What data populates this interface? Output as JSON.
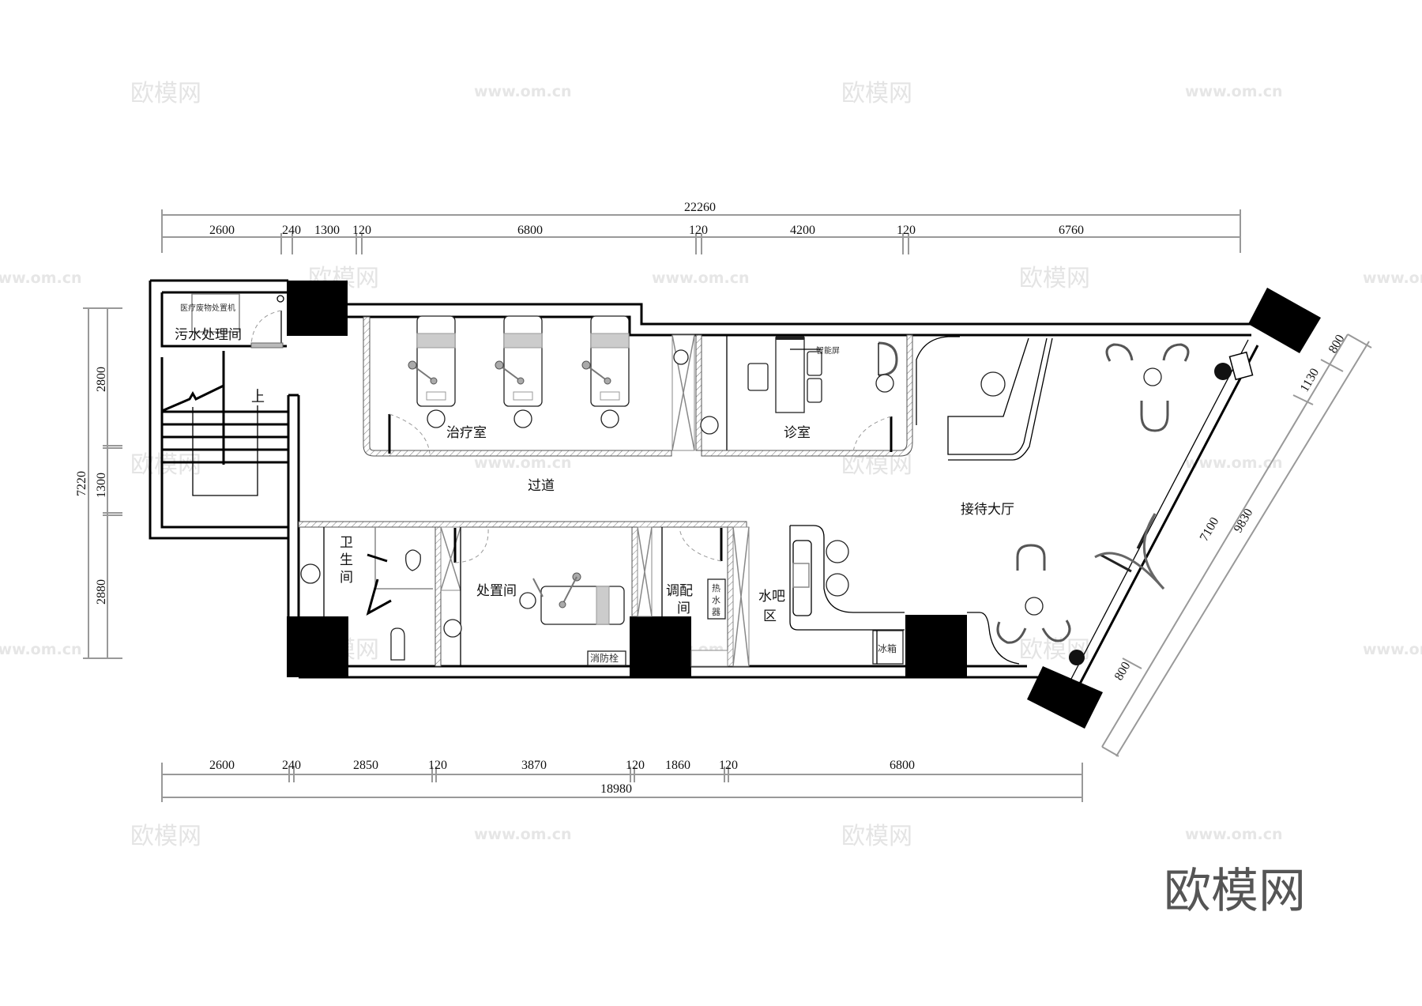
{
  "drawing": {
    "type": "floor plan",
    "dimensions": {
      "top_overall": "22260",
      "top_segments": [
        "2600",
        "240",
        "1300",
        "120",
        "6800",
        "120",
        "4200",
        "120",
        "6760"
      ],
      "bottom_overall": "18980",
      "bottom_segments": [
        "2600",
        "240",
        "2850",
        "120",
        "3870",
        "120",
        "1860",
        "120",
        "6800"
      ],
      "left_overall": "7220",
      "left_segments": [
        "2800",
        "1300",
        "2880"
      ],
      "right_overall": "9830",
      "right_segments": [
        "800",
        "1130",
        "7100",
        "800"
      ]
    },
    "rooms": {
      "sewage_room": "污水处理间",
      "medical_waste_machine": "医疗废物处置机",
      "stairs_up": "上",
      "treatment_room": "治疗室",
      "consult_room": "诊室",
      "smart_screen": "智能屏",
      "corridor": "过道",
      "reception_hall": "接待大厅",
      "restroom": [
        "卫",
        "生",
        "间"
      ],
      "disposal_room": "处置间",
      "mixing_room": [
        "调配",
        "间"
      ],
      "water_heater": [
        "热",
        "水",
        "器"
      ],
      "water_bar": [
        "水吧",
        "区"
      ],
      "fridge": "冰箱",
      "fire_hydrant": "消防栓"
    }
  },
  "watermarks": {
    "logo": "欧模网",
    "url": "www.om.cn",
    "big_logo": "欧模网"
  },
  "colors": {
    "wall": "#000000",
    "dimension_line": "#999999",
    "watermark": "#e4e4e4",
    "big_watermark": "#555555"
  }
}
